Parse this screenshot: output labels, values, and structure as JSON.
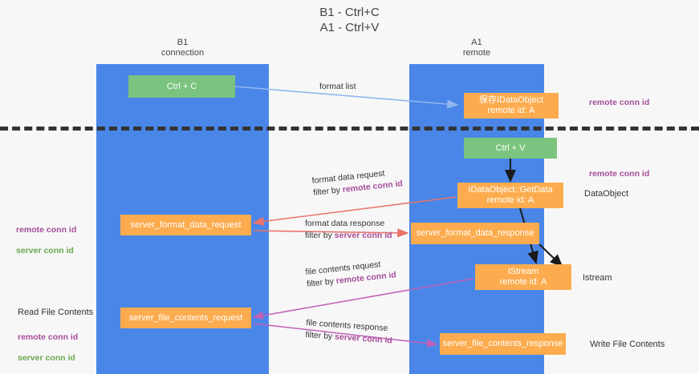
{
  "title": "B1 - Ctrl+C\nA1 - Ctrl+V",
  "lanes": {
    "left": {
      "header": "B1\nconnection"
    },
    "right": {
      "header": "A1\nremote"
    }
  },
  "boxes": {
    "ctrl_c": "Ctrl + C",
    "data_object": "保存IDataObject\nremote id: A",
    "ctrl_v": "Ctrl + V",
    "get_data": "IDataObject::GetData\nremote id: A",
    "server_format_data_request": "server_format_data_request",
    "server_format_data_response": "server_format_data_response",
    "istream": "IStream\nremote id: A",
    "server_file_contents_request": "server_file_contents_request",
    "server_file_contents_response": "server_file_contents_response"
  },
  "edge_labels": {
    "format_list": "format list",
    "format_data_request": "format data request",
    "format_data_request_filter_prefix": "filter by ",
    "format_data_request_filter_key": "remote conn id",
    "format_data_response": "format data response",
    "format_data_response_filter_prefix": "filter by ",
    "format_data_response_filter_key": "server conn id",
    "file_contents_request": "file contents request",
    "file_contents_request_filter_prefix": "filter by ",
    "file_contents_request_filter_key": "remote conn id",
    "file_contents_response": "file contents response",
    "file_contents_response_filter_prefix": "filter by ",
    "file_contents_response_filter_key": "server conn id"
  },
  "annotations": {
    "right_remote_conn_id_top": "remote conn id",
    "right_remote_conn_id_mid": "remote conn id",
    "right_dataobject": "DataObject",
    "right_istream": "Istream",
    "right_write_file_contents": "Write File Contents",
    "left_remote_conn_id": "remote conn id",
    "left_server_conn_id": "server conn id",
    "left_read_file_contents": "Read File Contents",
    "left_remote_conn_id_2": "remote conn id",
    "left_server_conn_id_2": "server conn id"
  },
  "colors": {
    "lane": "#4a86e8",
    "green_box": "#7bc47f",
    "orange_box": "#fcac4e",
    "purple_text": "#a64d9a",
    "green_text": "#6aa84f",
    "arrow_blue": "#a4c2f4",
    "arrow_red": "#e8736a",
    "arrow_magenta": "#c councils",
    "divider": "#333333"
  }
}
